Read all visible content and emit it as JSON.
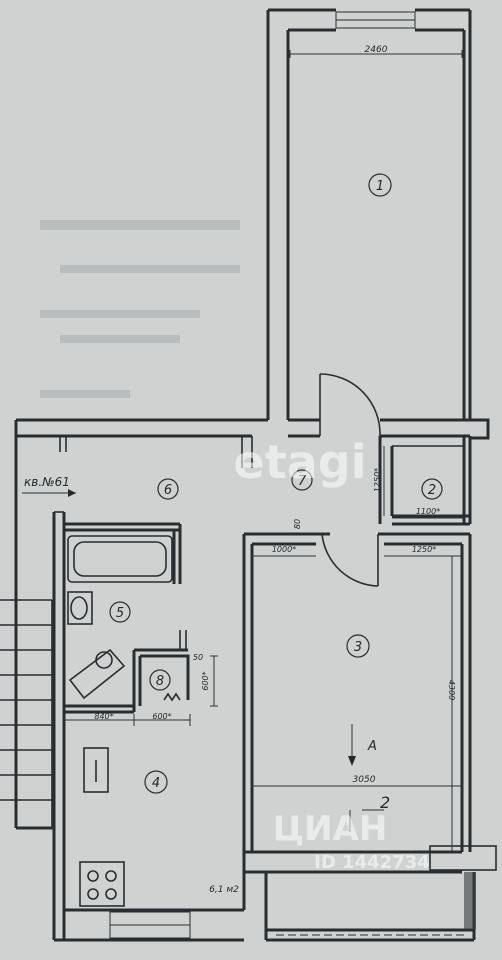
{
  "apartment_label": "кв.№61",
  "rooms": [
    {
      "num": "1"
    },
    {
      "num": "2"
    },
    {
      "num": "3"
    },
    {
      "num": "4"
    },
    {
      "num": "5"
    },
    {
      "num": "6"
    },
    {
      "num": "7"
    },
    {
      "num": "8"
    }
  ],
  "dimensions": {
    "room1_width": "2460",
    "room2_width": "1100*",
    "closet_height": "1250*",
    "room3_top_left": "1000*",
    "room3_top_right": "1250*",
    "room3_height": "4300",
    "room3_width": "3050",
    "small_80": "80",
    "small_50": "50",
    "wc_height": "600*",
    "kitchen_840": "840*",
    "kitchen_600": "600*"
  },
  "kitchen_area": "6,1 м2",
  "section_a": "А",
  "section_2": "2",
  "watermarks": {
    "etagi": "etagi",
    "cian": "ЦИАН",
    "id": "ID 1442734"
  }
}
